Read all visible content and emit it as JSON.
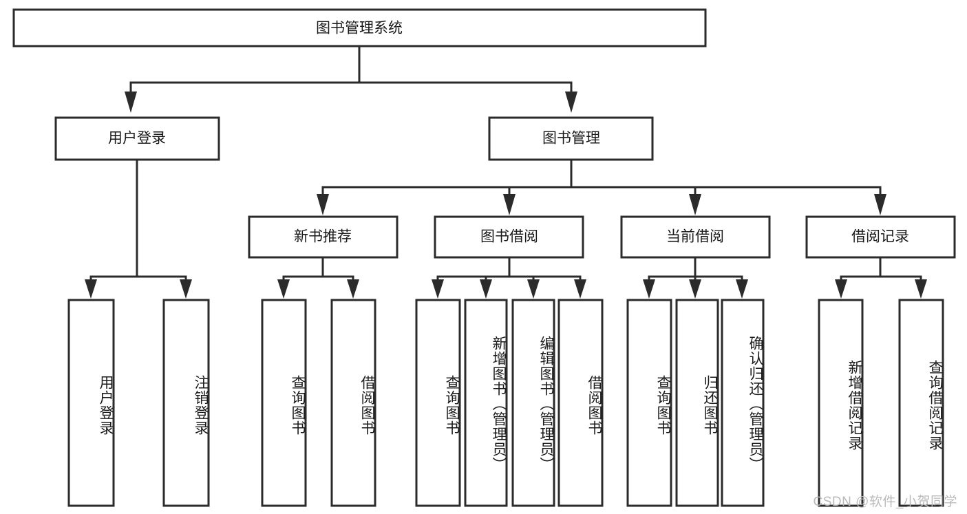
{
  "diagram": {
    "type": "tree-hierarchy",
    "title": "图书管理系统",
    "watermark": "CSDN @软件_小贺同学",
    "colors": {
      "box_stroke": "#2b2b2b",
      "box_fill": "#ffffff",
      "text": "#1a1a1a",
      "background": "#ffffff",
      "watermark": "#b9b9b9"
    },
    "levels": {
      "root": {
        "label": "图书管理系统"
      },
      "level2": [
        {
          "id": "user-login",
          "label": "用户登录"
        },
        {
          "id": "book-management",
          "label": "图书管理"
        }
      ],
      "level3": [
        {
          "id": "new-book-recommend",
          "label": "新书推荐",
          "parent": "book-management"
        },
        {
          "id": "book-borrow",
          "label": "图书借阅",
          "parent": "book-management"
        },
        {
          "id": "current-borrow",
          "label": "当前借阅",
          "parent": "book-management"
        },
        {
          "id": "borrow-record",
          "label": "借阅记录",
          "parent": "book-management"
        }
      ],
      "leaves": [
        {
          "id": "leaf-user-login",
          "label": "用户登录",
          "parent": "user-login"
        },
        {
          "id": "leaf-logout-login",
          "label": "注销登录",
          "parent": "user-login"
        },
        {
          "id": "leaf-query-book-1",
          "label": "查询图书",
          "parent": "new-book-recommend"
        },
        {
          "id": "leaf-borrow-book-1",
          "label": "借阅图书",
          "parent": "new-book-recommend"
        },
        {
          "id": "leaf-query-book-2",
          "label": "查询图书",
          "parent": "book-borrow"
        },
        {
          "id": "leaf-add-book",
          "label": "新增图书（管理员）",
          "parent": "book-borrow"
        },
        {
          "id": "leaf-edit-book",
          "label": "编辑图书（管理员）",
          "parent": "book-borrow"
        },
        {
          "id": "leaf-borrow-book-2",
          "label": "借阅图书",
          "parent": "book-borrow"
        },
        {
          "id": "leaf-query-book-3",
          "label": "查询图书",
          "parent": "current-borrow"
        },
        {
          "id": "leaf-return-book",
          "label": "归还图书",
          "parent": "current-borrow"
        },
        {
          "id": "leaf-confirm-return",
          "label": "确认归还（管理员）",
          "parent": "current-borrow"
        },
        {
          "id": "leaf-add-record",
          "label": "新增借阅记录",
          "parent": "borrow-record"
        },
        {
          "id": "leaf-query-record",
          "label": "查询借阅记录",
          "parent": "borrow-record"
        }
      ]
    }
  }
}
